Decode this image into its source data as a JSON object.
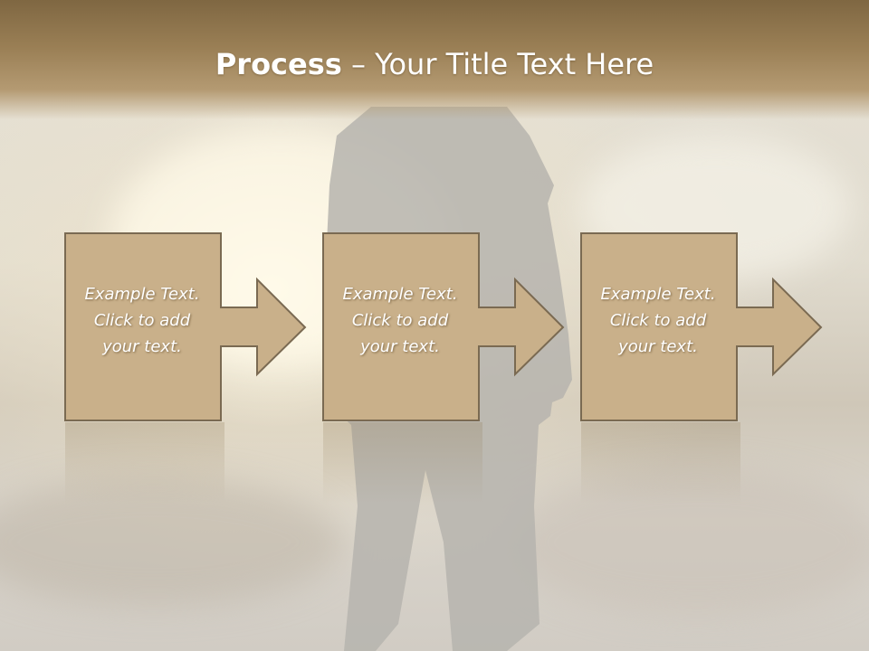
{
  "slide": {
    "title_bold": "Process",
    "title_separator": " – ",
    "title_rest": "Your Title Text Here"
  },
  "steps": [
    {
      "lines": [
        "Example Text.",
        "Click  to add",
        "your text."
      ]
    },
    {
      "lines": [
        "Example Text.",
        "Click  to add",
        "your text."
      ]
    },
    {
      "lines": [
        "Example Text.",
        "Click  to add",
        "your text."
      ]
    }
  ],
  "colors": {
    "header_dark": "#7f6742",
    "box_fill": "#c9b08a",
    "box_border": "#7a6a52",
    "silhouette": "#b6b4ae"
  }
}
